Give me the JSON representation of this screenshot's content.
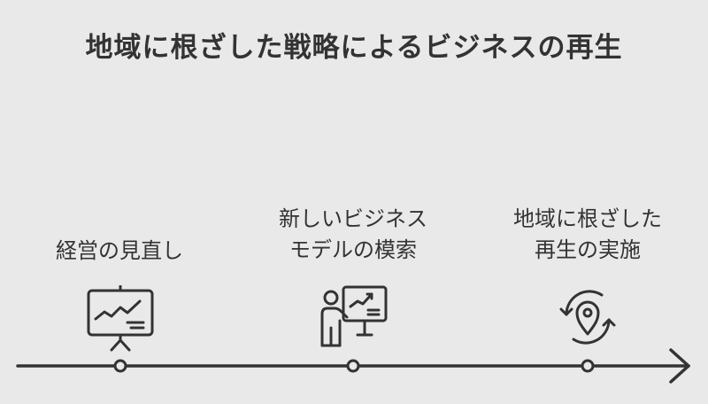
{
  "title": "地域に根ざした戦略によるビジネスの再生",
  "colors": {
    "background": "#e9e9e9",
    "ink": "#333333"
  },
  "steps": [
    {
      "lines": [
        "経営の見直し"
      ],
      "icon": "presentation-chart-icon"
    },
    {
      "lines": [
        "新しいビジネス",
        "モデルの模索"
      ],
      "icon": "presenter-whiteboard-icon"
    },
    {
      "lines": [
        "地域に根ざした",
        "再生の実施"
      ],
      "icon": "location-cycle-icon"
    }
  ]
}
